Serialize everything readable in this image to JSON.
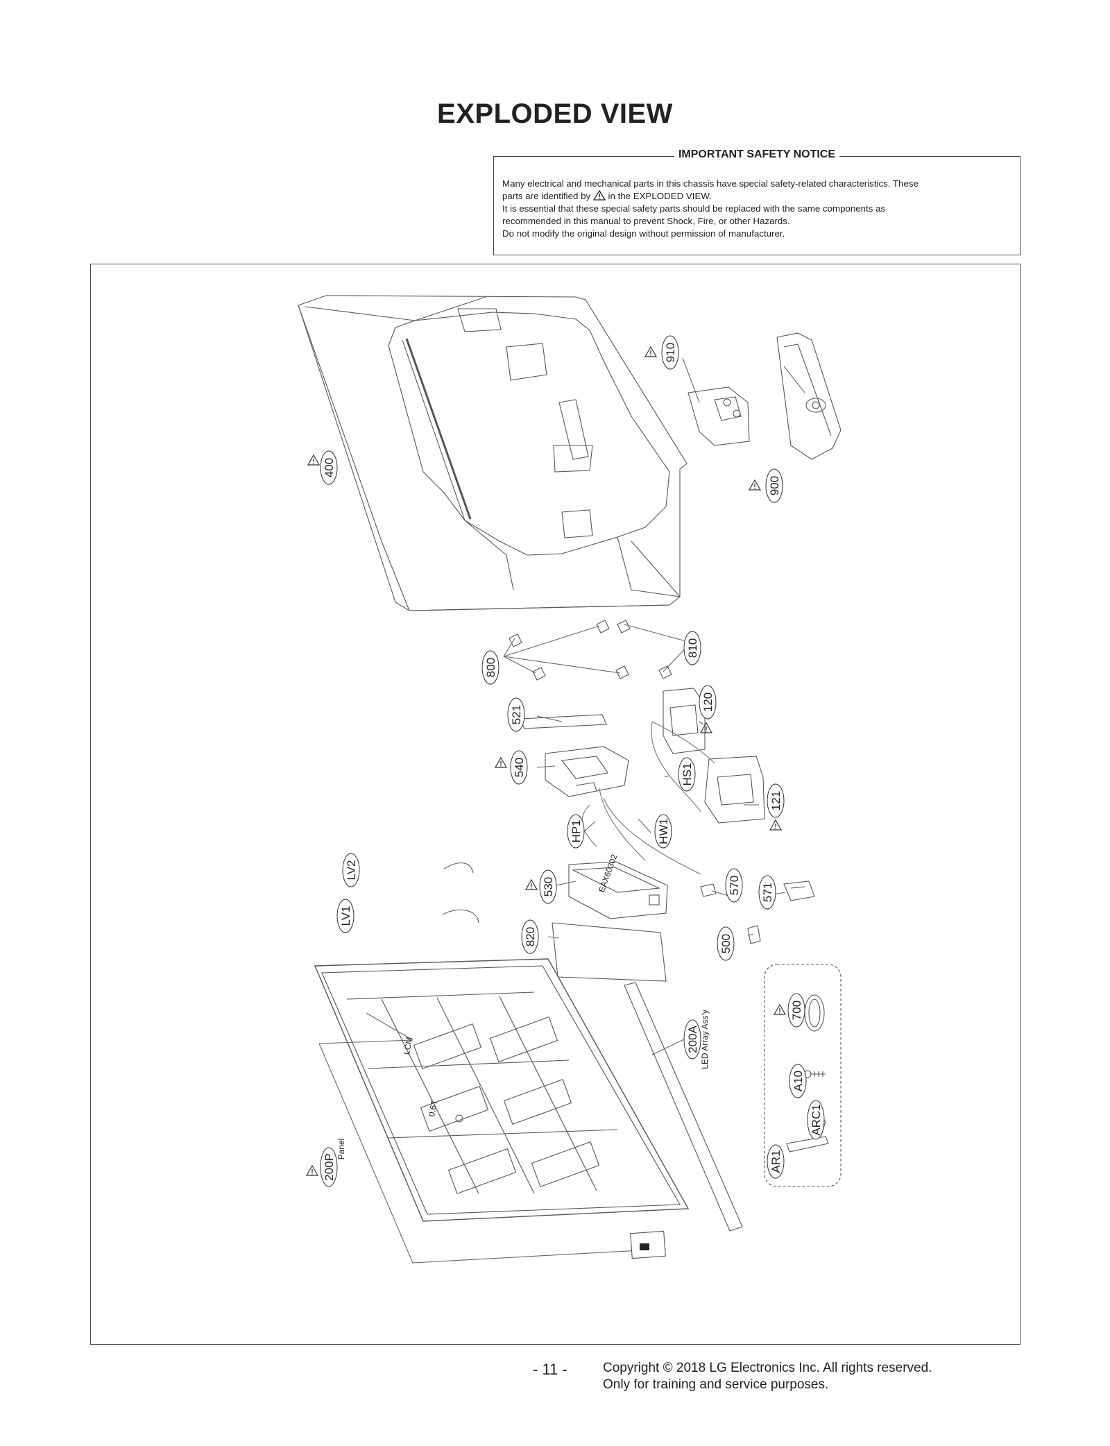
{
  "page": {
    "title": "EXPLODED VIEW"
  },
  "notice": {
    "title": "IMPORTANT SAFETY NOTICE",
    "line1": "Many electrical and mechanical parts in this chassis have special safety-related characteristics. These",
    "line2_a": "parts are identified by",
    "line2_b": "in the EXPLODED VIEW.",
    "line3": "It is essential that these special safety parts should be replaced with the same components as",
    "line4": "recommended in this manual to prevent Shock, Fire, or other Hazards.",
    "line5": "Do not modify the original design without permission of manufacturer."
  },
  "diagram": {
    "labels": {
      "p910": "910",
      "p900": "900",
      "p400": "400",
      "p800": "800",
      "p810": "810",
      "p521": "521",
      "p120": "120",
      "p540": "540",
      "hs1": "HS1",
      "p121": "121",
      "hp1": "HP1",
      "hw1": "HW1",
      "lv2": "LV2",
      "lv1": "LV1",
      "p530": "530",
      "p570": "570",
      "p571": "571",
      "p820": "820",
      "p500": "500",
      "p700": "700",
      "p200a": "200A",
      "led_array": "LED Array Ass'y",
      "a10": "A10",
      "arc1": "ARC1",
      "ar1": "AR1",
      "p200p": "200P",
      "panel": "Panel",
      "lcm": "LCM",
      "t": "0.6T",
      "board_text": "EAX60302"
    }
  },
  "footer": {
    "page_number": "- 11 -",
    "copyright": "Copyright © 2018 LG Electronics Inc. All rights reserved.",
    "training": "Only for training and service purposes."
  }
}
